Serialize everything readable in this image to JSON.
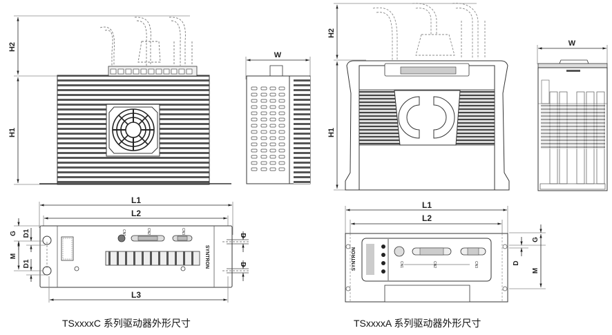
{
  "drawings": [
    {
      "model": "TSxxxxC",
      "caption": "TSxxxxC 系列驱动器外形尺寸",
      "front_view": {
        "dims": {
          "h1": "H1",
          "h2": "H2"
        }
      },
      "side_view": {
        "dims": {
          "w": "W"
        }
      },
      "top_view": {
        "dims": {
          "l1": "L1",
          "l2": "L2",
          "l3": "L3",
          "g": "G",
          "d1a": "D1",
          "d1b": "D1",
          "m": "M",
          "da": "D",
          "db": "D"
        },
        "connectors": [
          "CN1",
          "CN2",
          "CN3"
        ],
        "brand": "SYNTRON"
      }
    },
    {
      "model": "TSxxxxA",
      "caption": "TSxxxxA 系列驱动器外形尺寸",
      "front_view": {
        "dims": {
          "h1": "H1",
          "h2": "H2"
        }
      },
      "side_view": {
        "dims": {
          "w": "W"
        }
      },
      "top_view": {
        "dims": {
          "l1": "L1",
          "l2": "L2",
          "g": "G",
          "d": "D",
          "m": "M"
        },
        "connectors": [
          "CN1",
          "CN2",
          "CN3"
        ],
        "brand": "SYNTRON"
      }
    }
  ]
}
